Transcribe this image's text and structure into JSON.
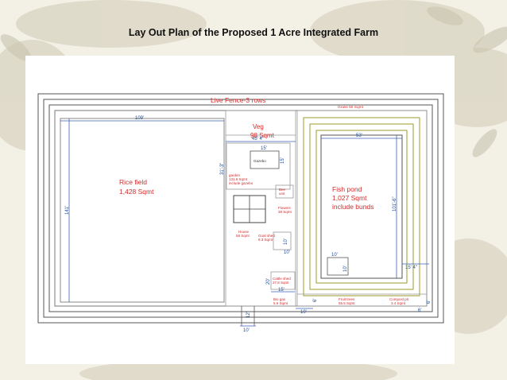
{
  "slide": {
    "title": "Lay Out Plan of the Proposed 1 Acre Integrated Farm"
  },
  "plan": {
    "fence_label": "Live Fence-3 rows",
    "grass_label": "Grass 50 Sqmt",
    "rice_field": {
      "name": "Rice field",
      "area": "1,428 Sqmt",
      "width_dim": "109'",
      "height_dim": "141'"
    },
    "veg": {
      "name": "Veg",
      "area": "98 Sqmt",
      "width_dim": "45' 4\""
    },
    "gazebo": {
      "name": "Gazebo",
      "width_dim": "15'",
      "height_dim": "15'"
    },
    "garden": {
      "line1": "garden",
      "line2": "131.6 Sqmt",
      "line3": "include gazebo",
      "height_dim": "31'-3\""
    },
    "bee_unit": {
      "line1": "Bee",
      "line2": "unit"
    },
    "flowers": {
      "line1": "Flowers",
      "line2": "38 Sqmt"
    },
    "house": {
      "line1": "House",
      "line2": "58 Sqmt"
    },
    "goat_shed": {
      "line1": "Goat shed",
      "line2": "9.3 Sqmt",
      "width_dim": "10'",
      "height_dim": "10'"
    },
    "cattle_shed": {
      "line1": "Cattle shed",
      "line2": "27.8 Sqmt",
      "width_dim": "15'",
      "height_dim": "20'"
    },
    "bio_gas": {
      "line1": "Bio gas",
      "line2": "5.6 Sqmt",
      "dim": "6'"
    },
    "fruit_trees": {
      "line1": "Fruit trees",
      "line2": "55.5 Sqmt",
      "dim": "10'"
    },
    "compost_pit": {
      "line1": "Compost pit",
      "line2": "3.4 Sqmt",
      "dim_a": "6'",
      "dim_b": "6'"
    },
    "fish_pond": {
      "name": "Fish pond",
      "area": "1,027 Sqmt",
      "note": "include bunds",
      "width_dim": "53'",
      "height_dim": "101'-6\"",
      "side_dim": "15' 4\"",
      "small_w": "10'",
      "small_h": "10'"
    },
    "entrance": {
      "width_dim": "10'",
      "height_dim": "12'"
    }
  }
}
